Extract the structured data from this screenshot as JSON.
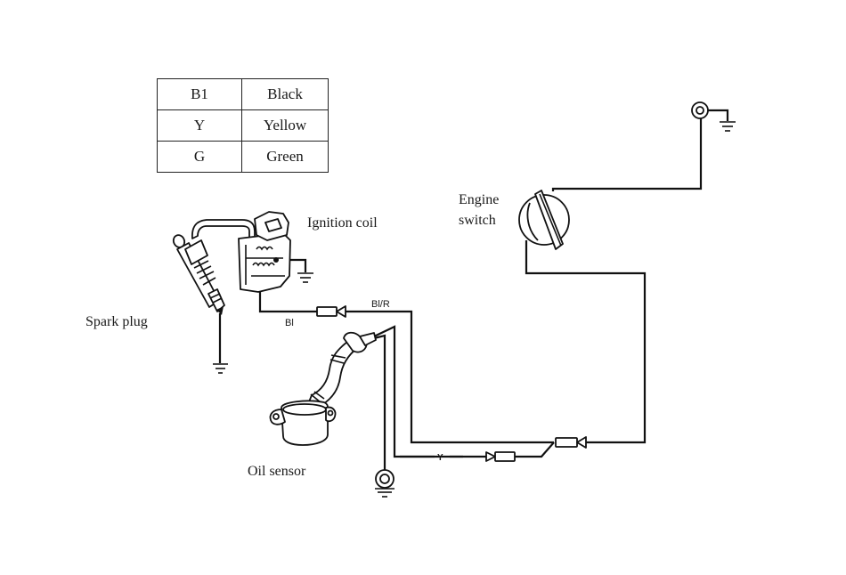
{
  "legend": {
    "rows": [
      {
        "code": "B1",
        "color": "Black"
      },
      {
        "code": "Y",
        "color": "Yellow"
      },
      {
        "code": "G",
        "color": "Green"
      }
    ]
  },
  "labels": {
    "ignition_coil": "Ignition coil",
    "spark_plug": "Spark plug",
    "oil_sensor": "Oil sensor",
    "engine_switch_line1": "Engine",
    "engine_switch_line2": "switch"
  },
  "wire_labels": {
    "bl": "Bl",
    "bl_r": "Bl/R",
    "y": "Y"
  },
  "components": [
    {
      "id": "spark-plug",
      "icon": "spark-plug-icon"
    },
    {
      "id": "ignition-coil",
      "icon": "ignition-coil-icon"
    },
    {
      "id": "oil-sensor",
      "icon": "oil-sensor-icon"
    },
    {
      "id": "engine-switch",
      "icon": "rotary-switch-icon"
    },
    {
      "id": "ground-terminals",
      "icon": "ground-icon",
      "count": 4
    }
  ]
}
